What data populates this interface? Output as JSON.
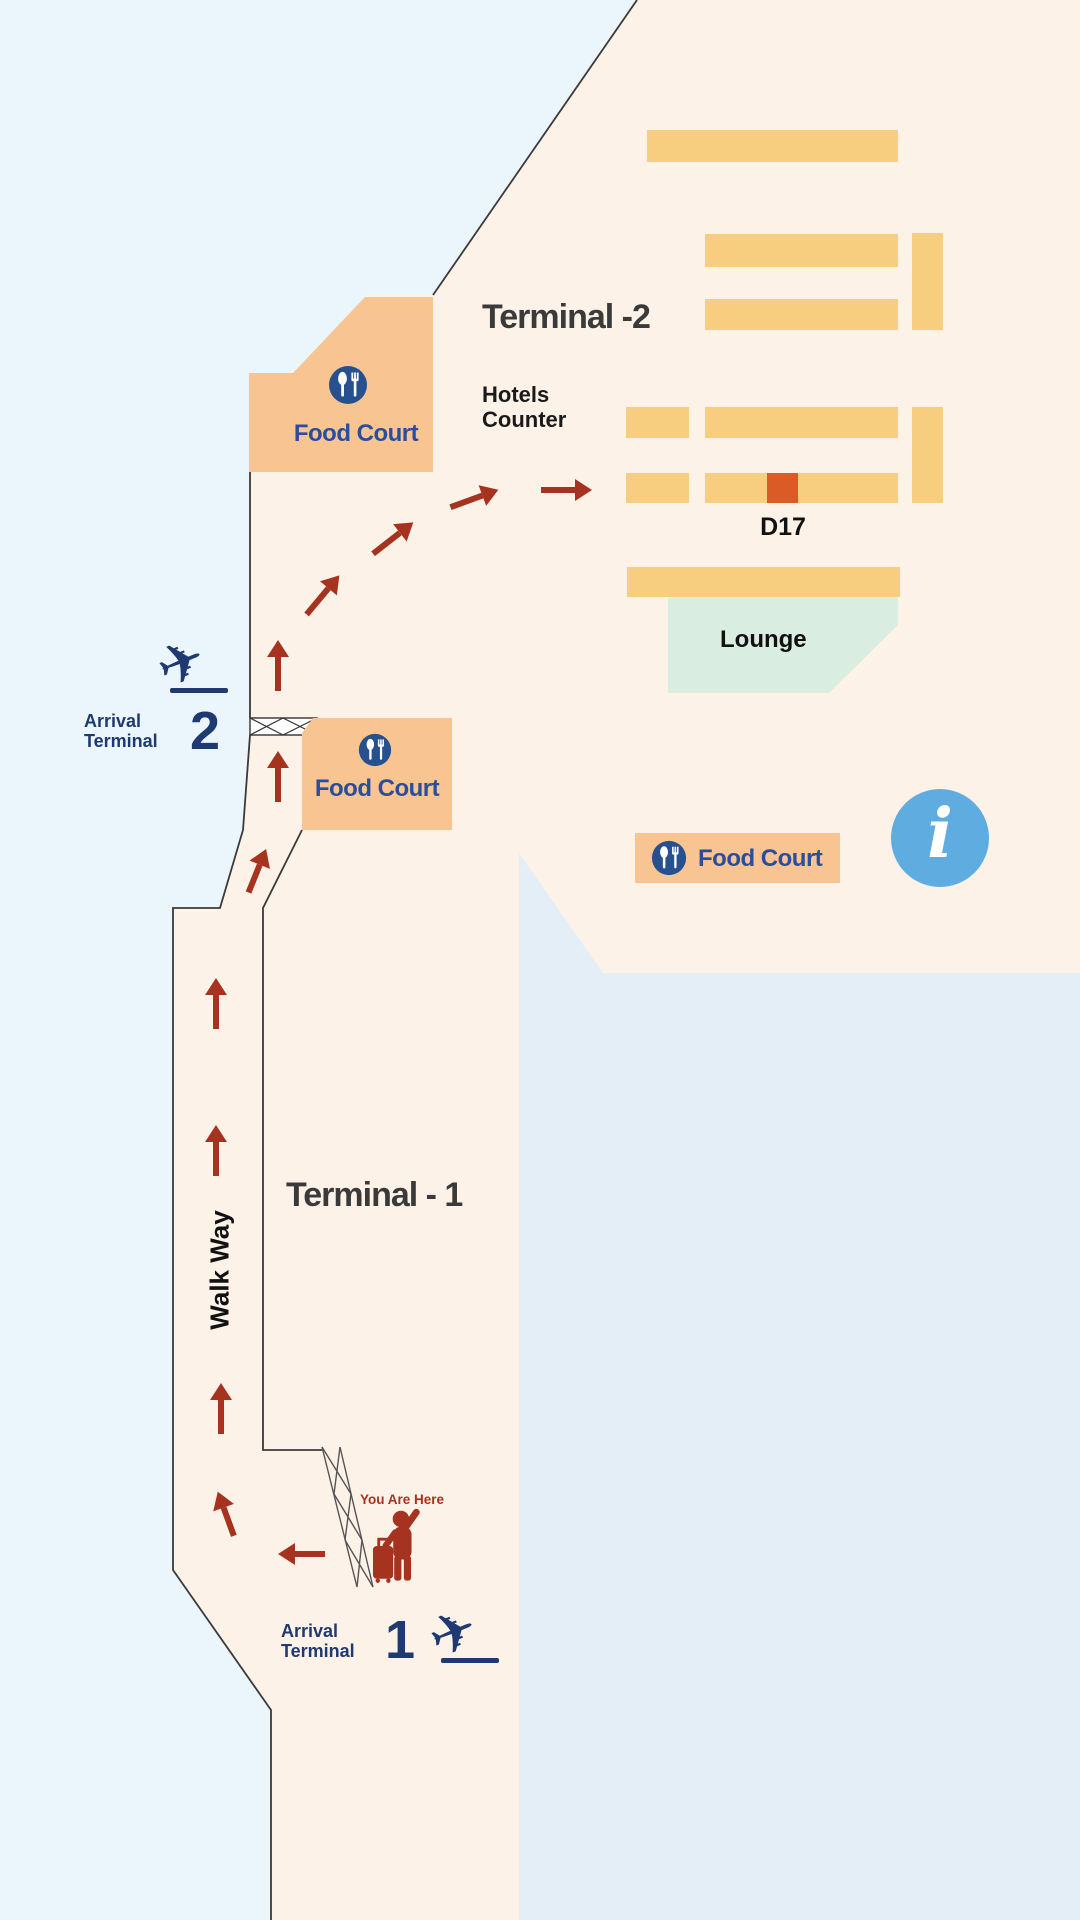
{
  "map": {
    "terminal2": {
      "title": "Terminal -2",
      "hotels_counter_label": "Hotels\nCounter",
      "gate_label": "D17",
      "lounge_label": "Lounge"
    },
    "terminal1": {
      "title": "Terminal - 1",
      "walkway_label": "Walk Way",
      "you_are_here_label": "You Are Here"
    },
    "arrival_terminal_2": {
      "label": "Arrival\nTerminal",
      "number": "2"
    },
    "arrival_terminal_1": {
      "label": "Arrival\nTerminal",
      "number": "1"
    },
    "food_courts": [
      {
        "label": "Food Court"
      },
      {
        "label": "Food Court"
      },
      {
        "label": "Food Court"
      }
    ],
    "info_icon_glyph": "i",
    "plane_icon_glyph": "✈",
    "colors": {
      "background_blue": "#EAF5FC",
      "background_blue_shaded": "#E4EEF6",
      "terminal_floor_cream": "#FDF2E8",
      "food_court_orange": "#F8C492",
      "gate_yellow": "#F7CD7F",
      "gate_highlight_orange": "#DB5B27",
      "lounge_green": "#D9EDE0",
      "navy_blue": "#1F3A70",
      "food_court_text_blue": "#2B4E9C",
      "route_arrow_red": "#A6331F",
      "info_badge_blue": "#5FACE0"
    }
  }
}
